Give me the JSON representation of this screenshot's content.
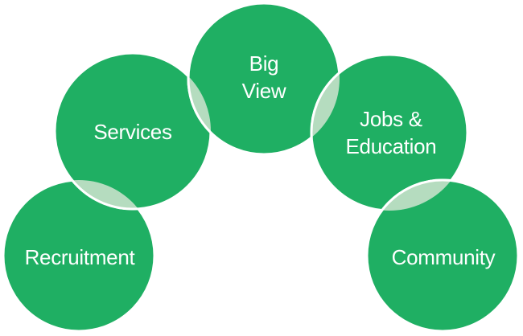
{
  "diagram": {
    "colors": {
      "circle_fill": "#1faf63",
      "circle_stroke": "#ffffff",
      "overlap_fill": "#b5dcbf",
      "label_color": "#ffffff",
      "background": "#ffffff"
    },
    "circles": [
      {
        "id": "recruitment",
        "lines": [
          "Recruitment"
        ]
      },
      {
        "id": "services",
        "lines": [
          "Services"
        ]
      },
      {
        "id": "big-view",
        "lines": [
          "Big",
          "View"
        ]
      },
      {
        "id": "jobs-education",
        "lines": [
          "Jobs &",
          "Education"
        ]
      },
      {
        "id": "community",
        "lines": [
          "Community"
        ]
      }
    ]
  }
}
